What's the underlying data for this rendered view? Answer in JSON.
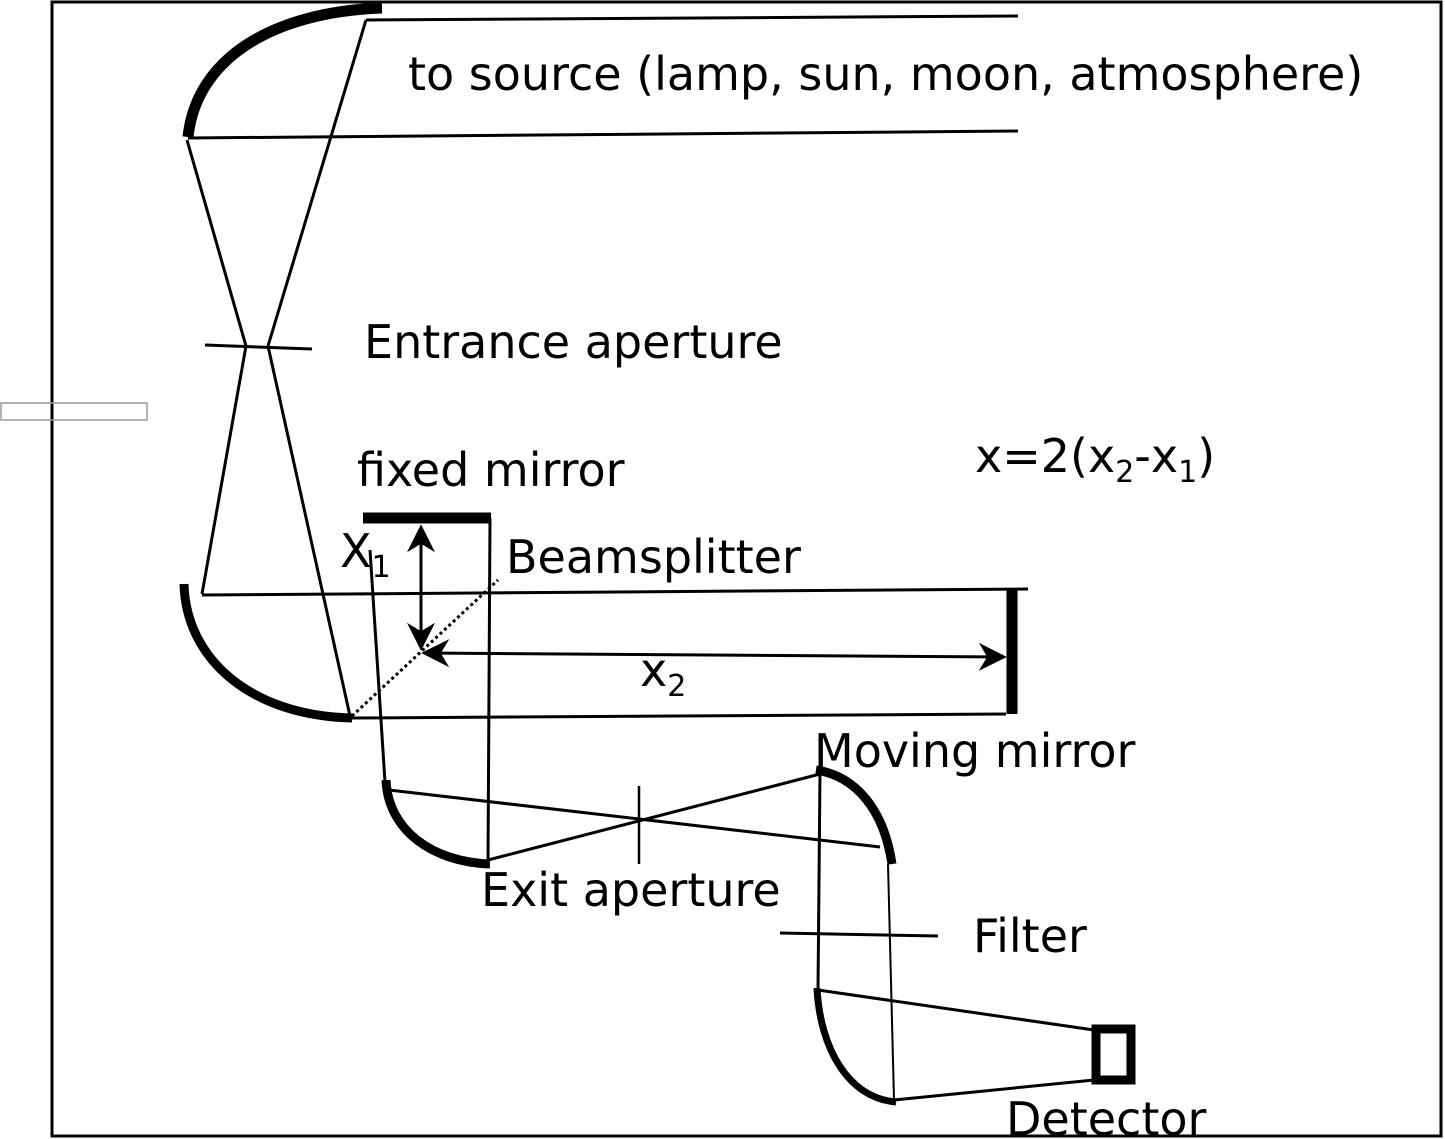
{
  "labels": {
    "source": "to source (lamp, sun, moon, atmosphere)",
    "entrance_aperture": "Entrance aperture",
    "fixed_mirror": "fixed mirror",
    "beamsplitter": "Beamsplitter",
    "moving_mirror": "Moving mirror",
    "exit_aperture": "Exit aperture",
    "filter": "Filter",
    "detector": "Detector"
  },
  "distances": {
    "x1": {
      "base": "X",
      "sub": "1"
    },
    "x2": {
      "base": "x",
      "sub": "2"
    }
  },
  "formula": {
    "lhs": "x=2(x",
    "sub_a": "2",
    "mid": "-x",
    "sub_b": "1",
    "rhs": ")"
  },
  "colors": {
    "ink": "#000000",
    "outline": "#999999"
  }
}
